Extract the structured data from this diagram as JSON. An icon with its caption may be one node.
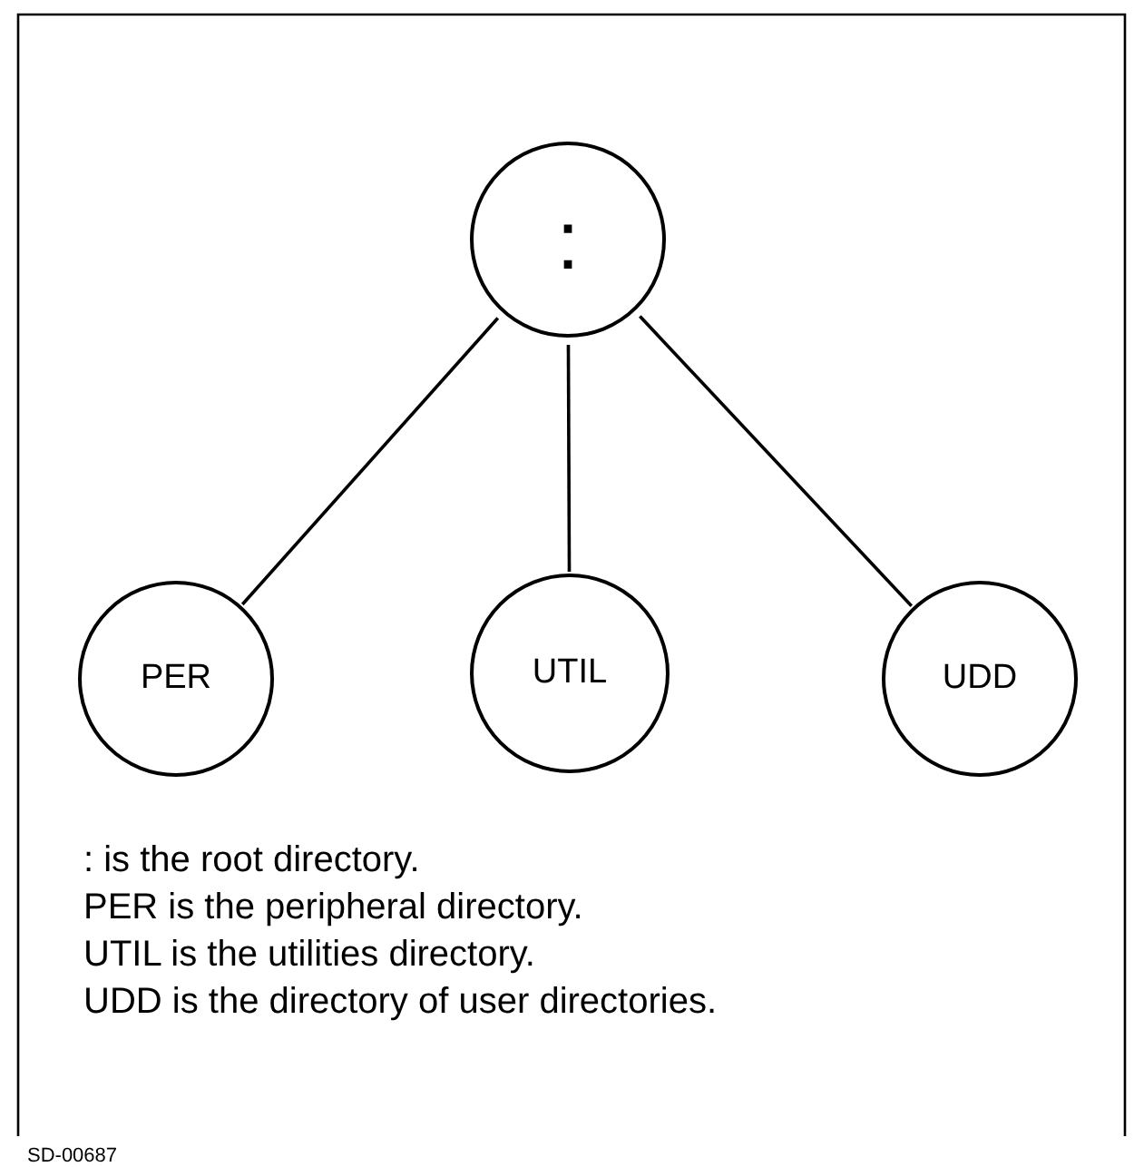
{
  "diagram": {
    "nodes": [
      {
        "text": [
          ":"
        ]
      },
      {
        "text": [
          "PER"
        ]
      },
      {
        "text": [
          "UTIL"
        ]
      },
      {
        "text": [
          "UDD"
        ]
      }
    ],
    "edges": [
      {
        "from": 0,
        "to": 1,
        "arrow": "none"
      },
      {
        "from": 0,
        "to": 2,
        "arrow": "none"
      },
      {
        "from": 0,
        "to": 3,
        "arrow": "none"
      }
    ],
    "labels": [
      ": is the root directory.",
      "PER is the peripheral directory.",
      "UTIL is the utilities directory.",
      "UDD is the directory of user directories.",
      "SD-00687"
    ]
  }
}
